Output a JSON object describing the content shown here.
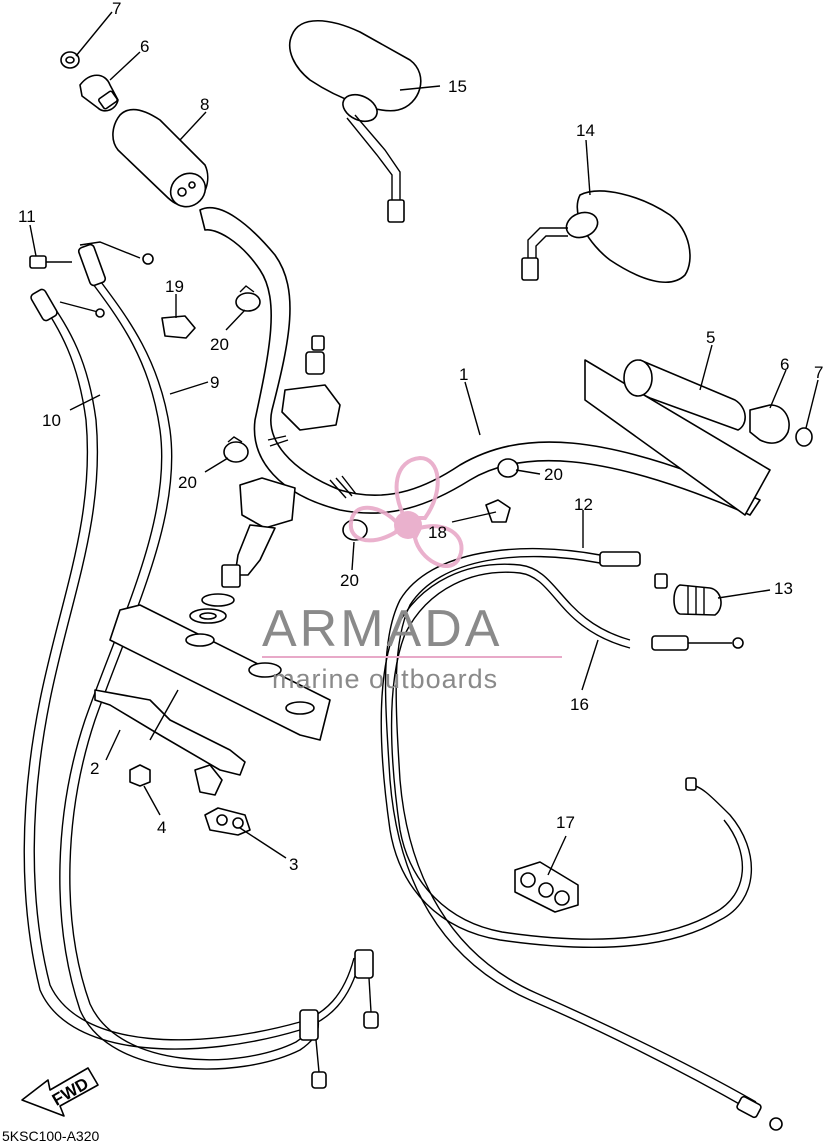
{
  "diagram": {
    "part_labels": [
      {
        "id": "7a",
        "text": "7"
      },
      {
        "id": "6a",
        "text": "6"
      },
      {
        "id": "8",
        "text": "8"
      },
      {
        "id": "15",
        "text": "15"
      },
      {
        "id": "14",
        "text": "14"
      },
      {
        "id": "11",
        "text": "11"
      },
      {
        "id": "19",
        "text": "19"
      },
      {
        "id": "20a",
        "text": "20"
      },
      {
        "id": "9",
        "text": "9"
      },
      {
        "id": "10",
        "text": "10"
      },
      {
        "id": "20b",
        "text": "20"
      },
      {
        "id": "5",
        "text": "5"
      },
      {
        "id": "6b",
        "text": "6"
      },
      {
        "id": "7b",
        "text": "7"
      },
      {
        "id": "1",
        "text": "1"
      },
      {
        "id": "20c",
        "text": "20"
      },
      {
        "id": "12",
        "text": "12"
      },
      {
        "id": "18",
        "text": "18"
      },
      {
        "id": "20d",
        "text": "20"
      },
      {
        "id": "13",
        "text": "13"
      },
      {
        "id": "16",
        "text": "16"
      },
      {
        "id": "2",
        "text": "2"
      },
      {
        "id": "4",
        "text": "4"
      },
      {
        "id": "3",
        "text": "3"
      },
      {
        "id": "17",
        "text": "17"
      }
    ],
    "fwd_label": "FWD",
    "diagram_code": "5KSC100-A320"
  },
  "watermark": {
    "title": "ARMADA",
    "subtitle": "marine outboards",
    "accent_color": "#e8a9c8",
    "text_color": "#8a8a8a"
  }
}
